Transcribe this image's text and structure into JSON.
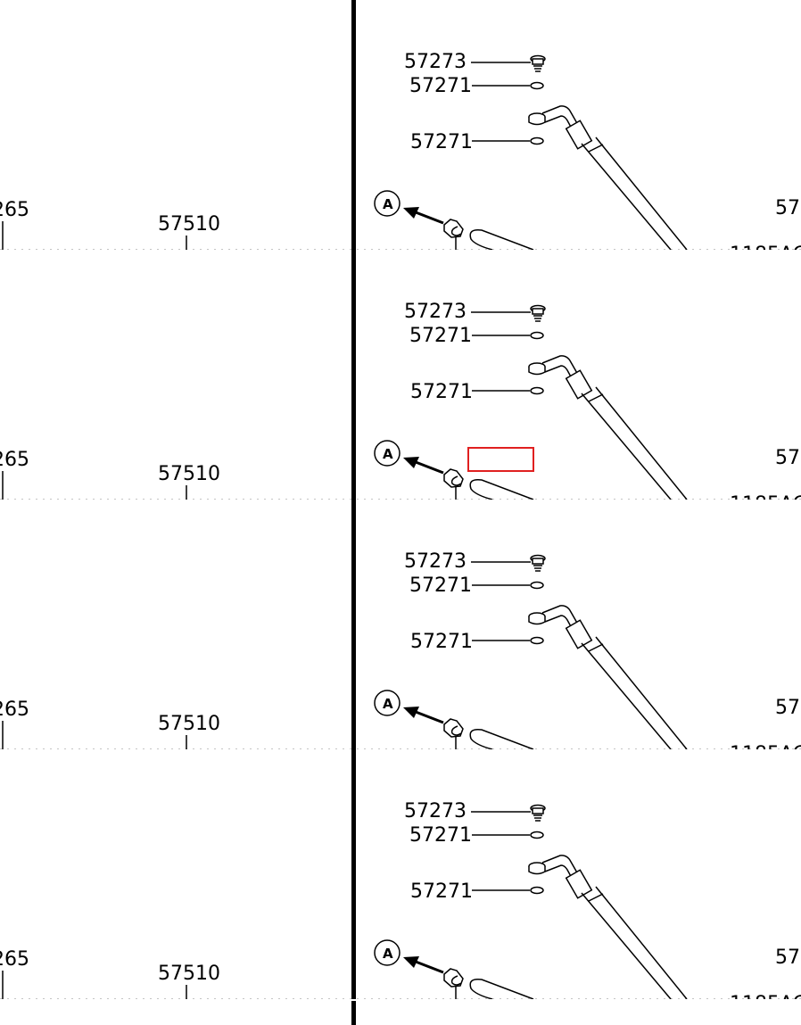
{
  "panels": [
    {
      "labels": {
        "part_57273": "57273",
        "part_57271_upper": "57271",
        "part_57271_lower": "57271",
        "part_57510": "57510",
        "part_265_cropped": "265",
        "part_57_cropped": "57",
        "callout_a": "A"
      },
      "highlighted": false
    },
    {
      "labels": {
        "part_57273": "57273",
        "part_57271_upper": "57271",
        "part_57271_lower": "57271",
        "part_57510": "57510",
        "part_265_cropped": "265",
        "part_57_cropped": "57",
        "callout_a": "A"
      },
      "highlighted": true
    },
    {
      "labels": {
        "part_57273": "57273",
        "part_57271_upper": "57271",
        "part_57271_lower": "57271",
        "part_57510": "57510",
        "part_265_cropped": "265",
        "part_57_cropped": "57",
        "callout_a": "A"
      },
      "highlighted": false
    },
    {
      "labels": {
        "part_57273": "57273",
        "part_57271_upper": "57271",
        "part_57271_lower": "57271",
        "part_57510": "57510",
        "part_265_cropped": "265",
        "part_57_cropped": "57",
        "callout_a": "A"
      },
      "highlighted": false
    }
  ],
  "colors": {
    "ink": "#000000",
    "highlight": "#e02020",
    "background": "#ffffff"
  }
}
